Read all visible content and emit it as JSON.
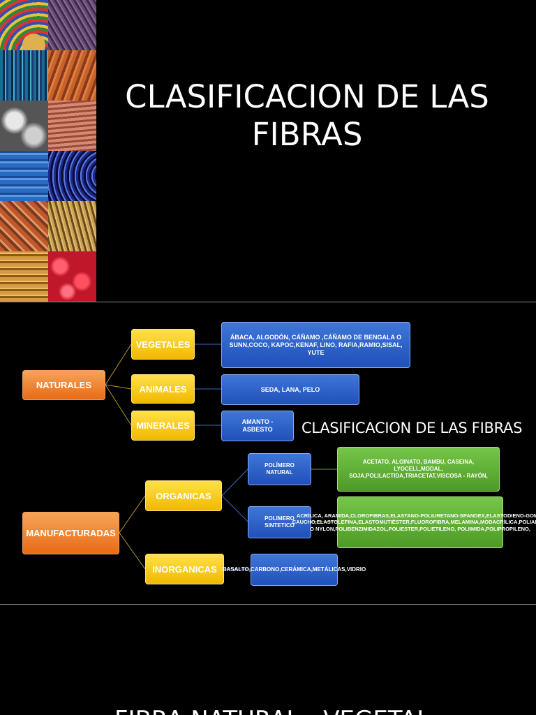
{
  "slide1": {
    "title": "CLASIFICACION DE LAS FIBRAS",
    "mosaic_colors": [
      "#c2402a",
      "#5a3f6a",
      "#3a7fa8",
      "#b8552a",
      "#9a9a9a",
      "#c26a55",
      "#3a7ec8",
      "#2a3e9a",
      "#b06a40",
      "#a88a40",
      "#c8a040",
      "#d8283a"
    ]
  },
  "slide2": {
    "title": "CLASIFICACION DE LAS FIBRAS",
    "naturales": "NATURALES",
    "vegetales": "VEGETALES",
    "vegetales_list": "ÁBACA, ALGODÓN, CÁÑAMO ,CÁÑAMO DE BENGALA O SUNN,COCO, KAPOC,KENAF, LINO, RAFIA,RAMIO,SISAL, YUTE",
    "animales": "ANIMALES",
    "animales_list": "SEDA, LANA, PELO",
    "minerales": "MINERALES",
    "minerales_list": "AMANTO - ASBESTO",
    "manufacturadas": "MANUFACTURADAS",
    "organicas": "ORGANICAS",
    "polimero_natural": "POLÍMERO NATURAL",
    "polimero_natural_list": "ACETATO, ALGINATO, BAMBU, CASEINA, LYOCELL,MODAL, SOJA,POLILACTIDA,TRIACETAT,VISCOSA - RAYÓN,",
    "polimero_sintetico": "POLIMERO SINTETICO",
    "polimero_sintetico_list": "ACRÍLICA, ARAMIDA,CLOROFIBRAS,ELASTANO-POLIURETANO-SPANDEX,ELASTODIENO-GOMA-CAUCHO,ELASTOLEFINA,ELASTOMUTIÉSTER,FLUOROFIBRA,MELAMINA,MODACRÍLICA,POLIAMIDA O NYLON,POLIBENZIMIDAZOL,POLIESTER,POLIETILENO, POLIIMIDA,POLIPROPILENO,",
    "inorganicas": "INORGANICAS",
    "inorganicas_list": "BASALTO,CARBONO,CERÁMICA,METÁLICAS,VIDRIO"
  },
  "slide3": {
    "title": "FIBRA NATURAL - VEGETAL"
  }
}
